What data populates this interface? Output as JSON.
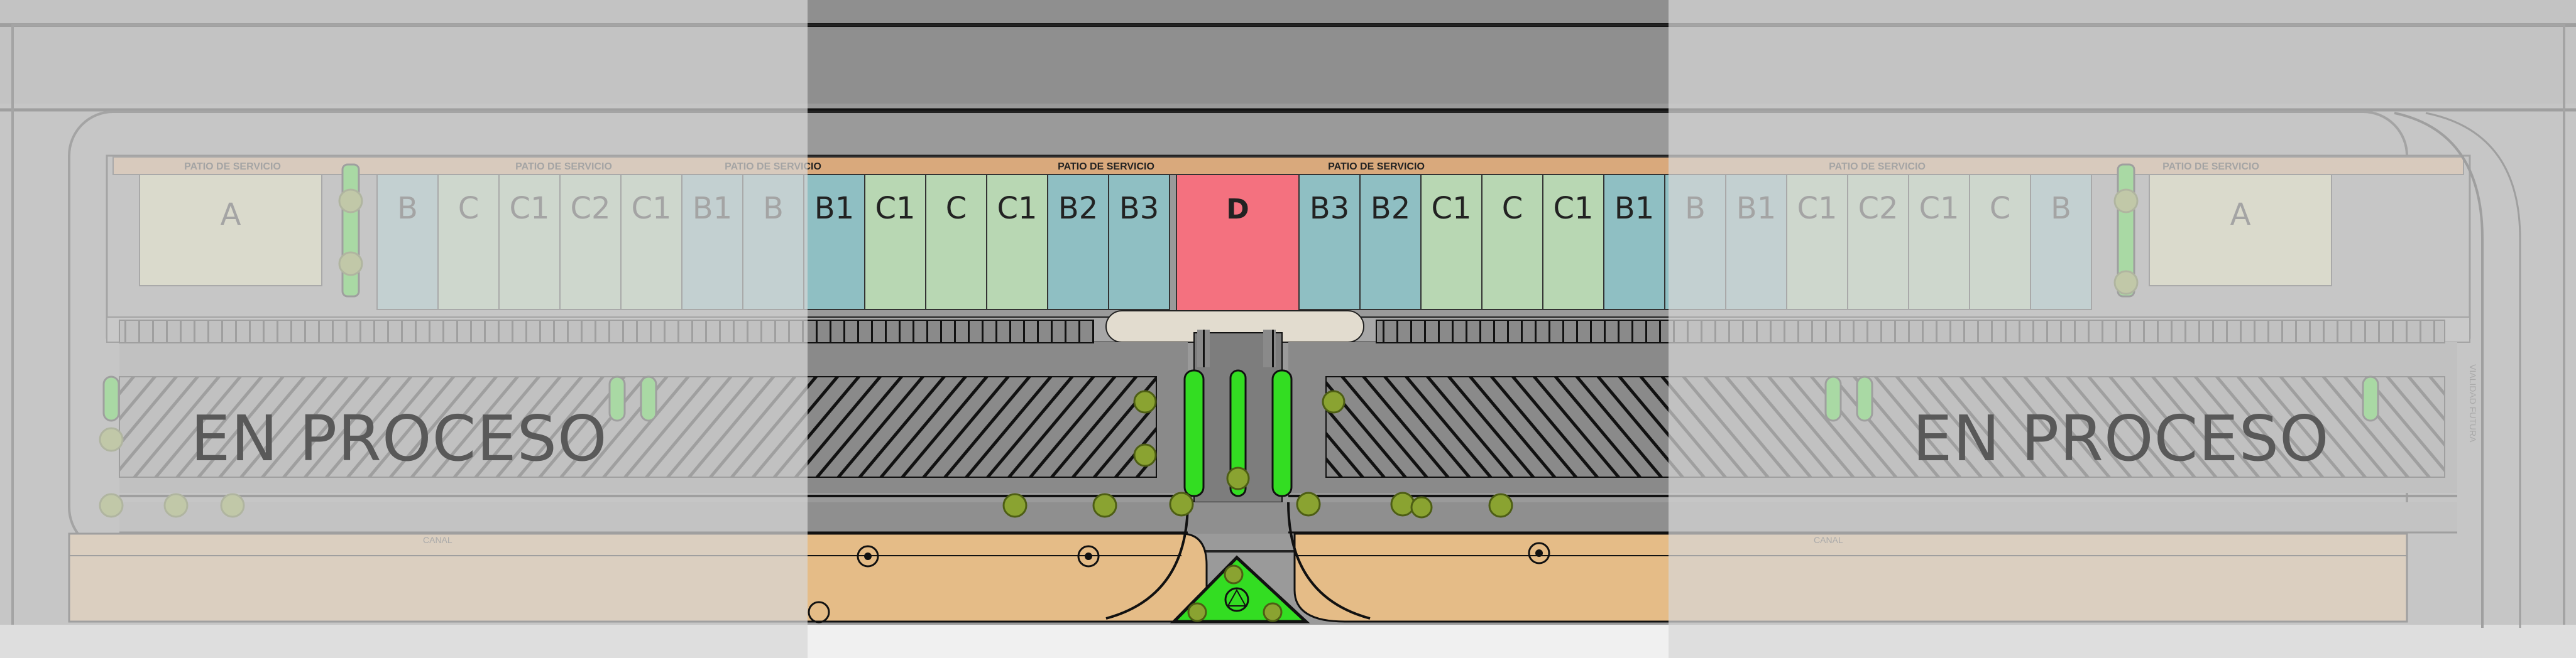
{
  "labels": {
    "service_patio": "PATIO DE SERVICIO",
    "canal": "CANAL",
    "future_road": "VIALIDAD FUTURA",
    "in_progress": "EN PROCESO"
  },
  "units": {
    "left_row": [
      "A",
      "B",
      "C",
      "C1",
      "C2",
      "C1",
      "B1",
      "B",
      "B1",
      "C1",
      "C",
      "C1",
      "B2",
      "B3"
    ],
    "anchor": "D",
    "right_row": [
      "B3",
      "B2",
      "C1",
      "C",
      "C1",
      "B1",
      "B",
      "B1",
      "C1",
      "C2",
      "C1",
      "C",
      "B",
      "A"
    ]
  },
  "colors": {
    "A": "#e2e2b0",
    "B": "#8fbfc3",
    "C": "#b8d7b3",
    "D": "#f4717f",
    "service_patio": "#d9a97c",
    "parking": "#8a8a8a",
    "sand": "#e5bc87",
    "greenery": "#33dd22"
  }
}
